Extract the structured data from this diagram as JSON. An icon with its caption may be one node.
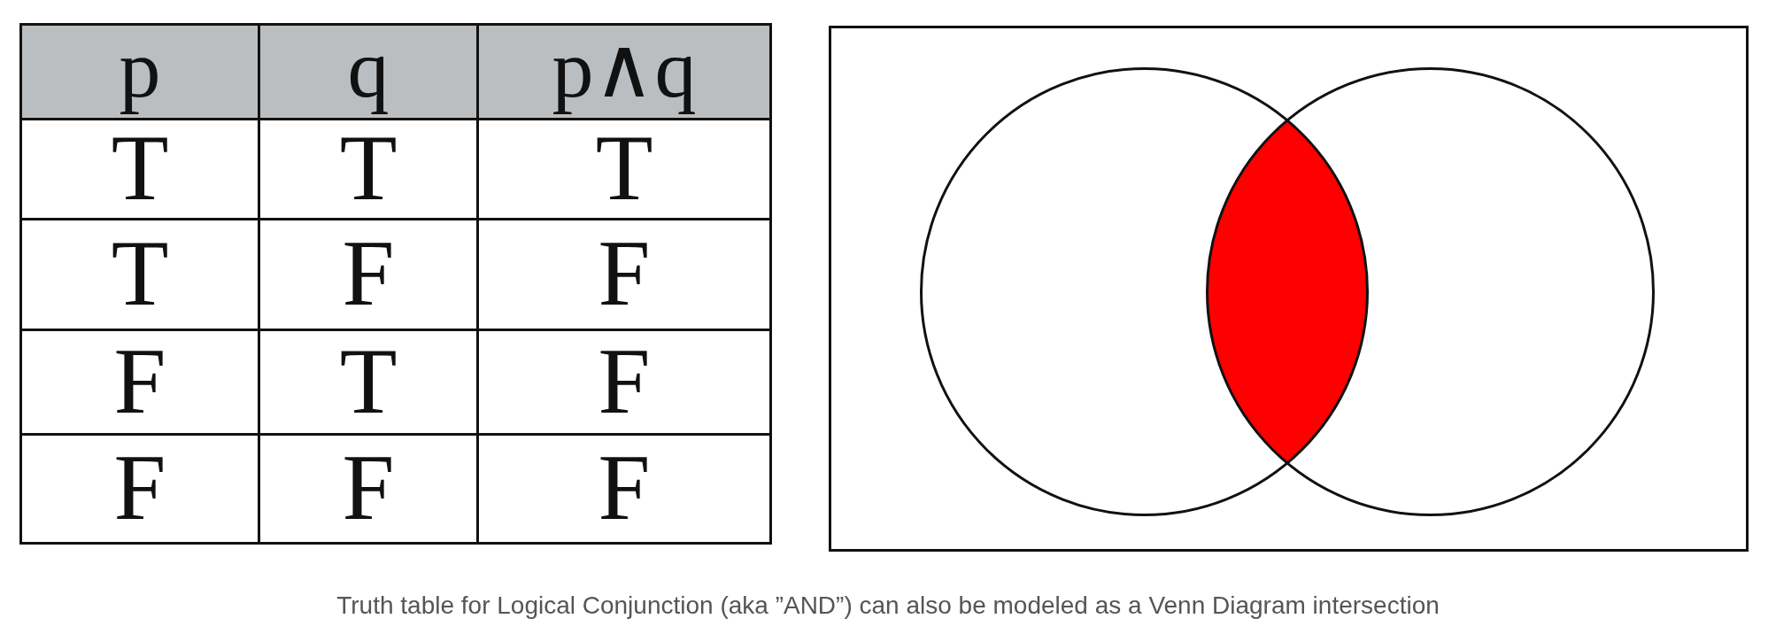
{
  "diagram": {
    "caption": "Truth table for Logical Conjunction (aka ”AND”) can also be modeled as a Venn Diagram intersection",
    "nodes": [
      {
        "text": [],
        "shape": "circle"
      },
      {
        "text": [],
        "shape": "lens"
      },
      {
        "text": [],
        "shape": "circle"
      }
    ],
    "labels": [
      "p",
      "q",
      "p∧q",
      "T",
      "T",
      "T",
      "T",
      "F",
      "F",
      "F",
      "T",
      "F",
      "F",
      "F",
      "F"
    ]
  }
}
